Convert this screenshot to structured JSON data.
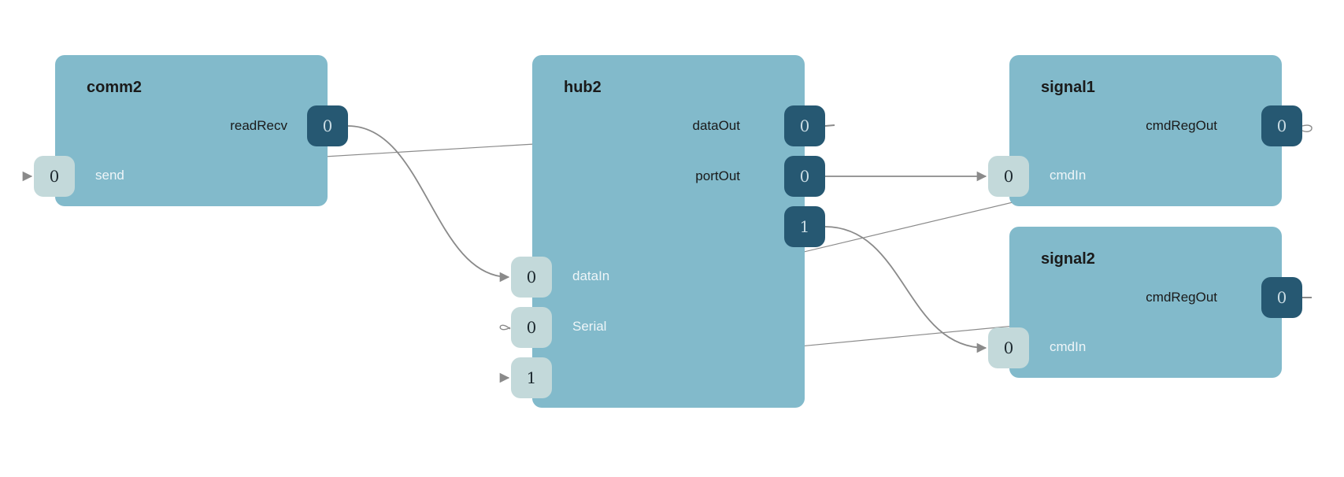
{
  "nodes": {
    "comm2": {
      "title": "comm2",
      "out": [
        {
          "label": "readRecv",
          "value": "0"
        }
      ],
      "in": [
        {
          "label": "send",
          "value": "0"
        }
      ]
    },
    "hub2": {
      "title": "hub2",
      "out": [
        {
          "label": "dataOut",
          "value": "0"
        },
        {
          "label": "portOut",
          "value": "0"
        },
        {
          "label": "",
          "value": "1"
        }
      ],
      "in": [
        {
          "label": "dataIn",
          "value": "0"
        },
        {
          "label": "Serial",
          "value": "0"
        },
        {
          "label": "",
          "value": "1"
        }
      ]
    },
    "signal1": {
      "title": "signal1",
      "out": [
        {
          "label": "cmdRegOut",
          "value": "0"
        }
      ],
      "in": [
        {
          "label": "cmdIn",
          "value": "0"
        }
      ]
    },
    "signal2": {
      "title": "signal2",
      "out": [
        {
          "label": "cmdRegOut",
          "value": "0"
        }
      ],
      "in": [
        {
          "label": "cmdIn",
          "value": "0"
        }
      ]
    }
  },
  "colors": {
    "node_fill": "#82bacb",
    "out_port": "#265872",
    "in_port": "#c3d9da",
    "wire": "#8a8a8a"
  }
}
